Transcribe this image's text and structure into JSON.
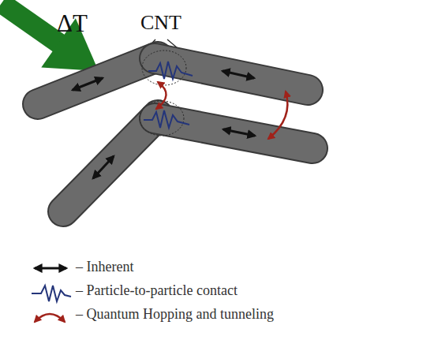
{
  "diagram": {
    "labels": [
      "ΔT",
      "CNT"
    ],
    "legend": [
      {
        "text": "– Inherent"
      },
      {
        "text": "– Particle-to-particle contact"
      },
      {
        "text": "– Quantum Hopping and tunneling"
      }
    ]
  }
}
